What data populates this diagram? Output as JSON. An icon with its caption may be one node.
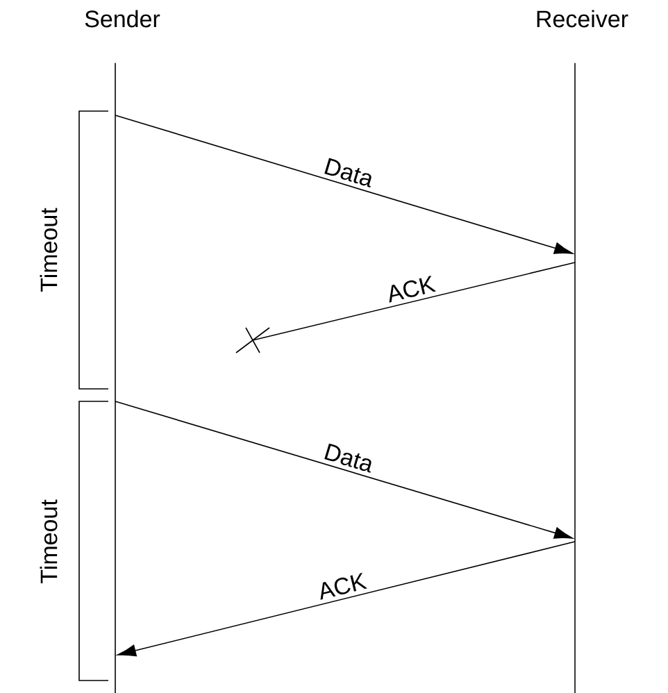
{
  "diagram": {
    "nodes": [
      {
        "text": [
          "Sender"
        ]
      },
      {
        "text": [
          "Receiver"
        ]
      },
      {
        "text": [],
        "shape": "bar"
      },
      {
        "text": [],
        "shape": "bar"
      }
    ],
    "edges": [
      {
        "from": 2,
        "to": 3,
        "arrow": "to",
        "label": "Data"
      },
      {
        "from": 3,
        "to": null,
        "arrow": "none",
        "label": "ACK"
      },
      {
        "from": 2,
        "to": 3,
        "arrow": "to",
        "label": "Data"
      },
      {
        "from": 3,
        "to": 2,
        "arrow": "to",
        "label": "ACK"
      }
    ],
    "labels": [
      "Timeout",
      "Timeout"
    ]
  }
}
